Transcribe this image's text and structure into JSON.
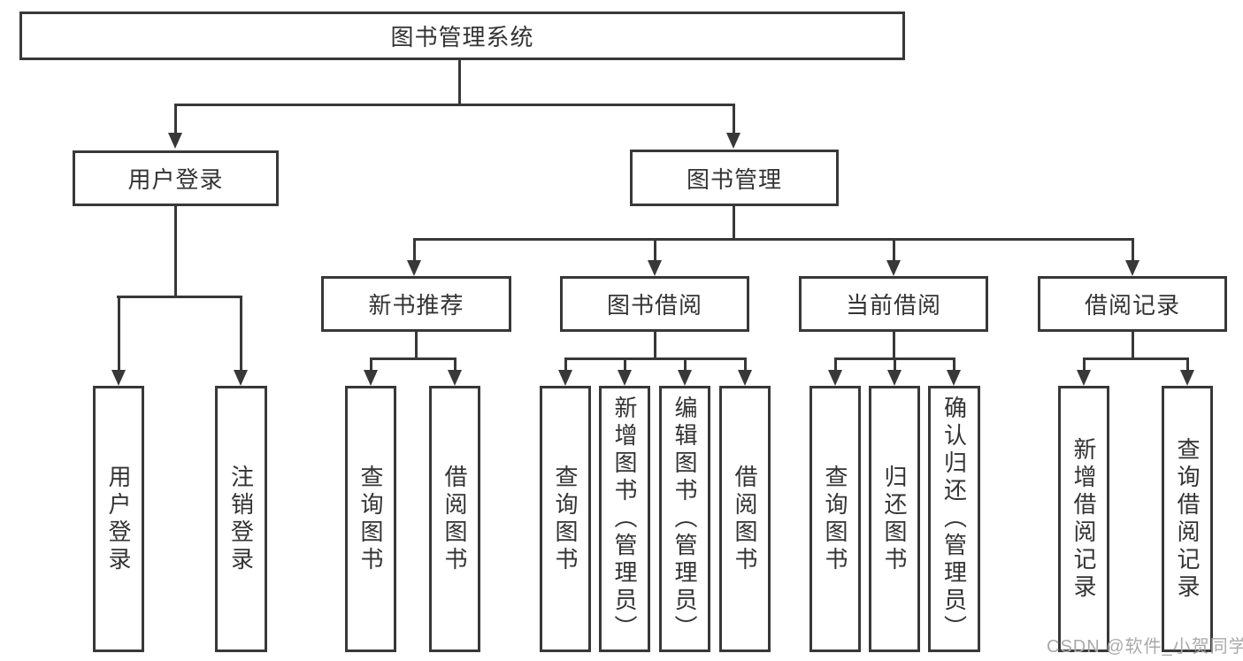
{
  "diagram": {
    "title": "图书管理系统",
    "branches": {
      "user_login": {
        "label": "用户登录",
        "children": [
          "用户登录",
          "注销登录"
        ]
      },
      "book_management": {
        "label": "图书管理",
        "sections": {
          "new_book_recommendation": {
            "label": "新书推荐",
            "children": [
              "查询图书",
              "借阅图书"
            ]
          },
          "book_borrowing": {
            "label": "图书借阅",
            "children": [
              "查询图书",
              "新增图书（管理员）",
              "编辑图书（管理员）",
              "借阅图书"
            ]
          },
          "current_borrowing": {
            "label": "当前借阅",
            "children": [
              "查询图书",
              "归还图书",
              "确认归还（管理员）"
            ]
          },
          "borrowing_records": {
            "label": "借阅记录",
            "children": [
              "新增借阅记录",
              "查询借阅记录"
            ]
          }
        }
      }
    }
  },
  "watermark": "CSDN @软件_小贺同学",
  "colors": {
    "line": "#383838",
    "text": "#333333",
    "watermark_text": "#aaaaaa",
    "background": "#ffffff"
  }
}
